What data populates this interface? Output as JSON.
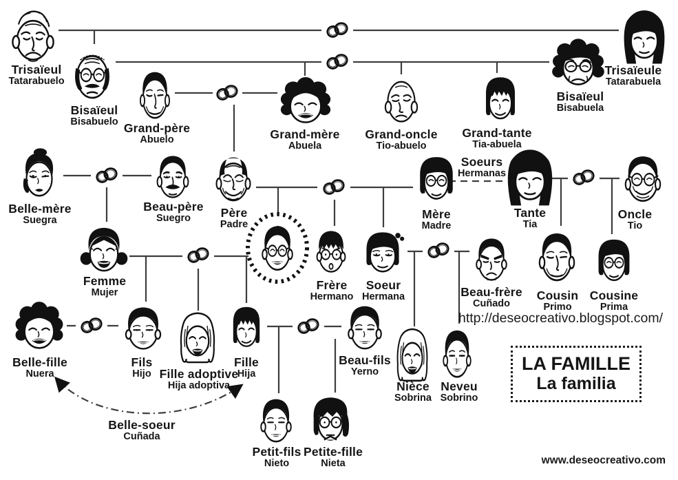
{
  "page": {
    "background": "#ffffff",
    "ink_color": "#1a1a1a",
    "line_color": "#3d3d3d"
  },
  "title_box": {
    "title_fr": "LA FAMILLE",
    "title_es": "La familia"
  },
  "links": {
    "blog_url": "http://deseocreativo.blogspot.com/",
    "website": "www.deseocreativo.com"
  },
  "icons": {
    "marriage_rings": "interlocked-rings",
    "self_marker": "dotted-oval"
  },
  "relation_labels": {
    "sisters": {
      "fr": "Soeurs",
      "es": "Hermanas"
    },
    "sister_in_law": {
      "fr": "Belle-soeur",
      "es": "Cuñada"
    }
  },
  "persons": {
    "trisaieul": {
      "fr": "Trisaïeul",
      "es": "Tatarabuelo"
    },
    "bisaieul": {
      "fr": "Bisaïeul",
      "es": "Bisabuelo"
    },
    "grand_pere": {
      "fr": "Grand-père",
      "es": "Abuelo"
    },
    "grand_mere": {
      "fr": "Grand-mère",
      "es": "Abuela"
    },
    "grand_oncle": {
      "fr": "Grand-oncle",
      "es": "Tio-abuelo"
    },
    "grand_tante": {
      "fr": "Grand-tante",
      "es": "Tia-abuela"
    },
    "bisaieule": {
      "fr": "Bisaïeul",
      "es": "Bisabuela"
    },
    "trisaieule": {
      "fr": "Trisaïeule",
      "es": "Tatarabuela"
    },
    "belle_mere": {
      "fr": "Belle-mère",
      "es": "Suegra"
    },
    "beau_pere": {
      "fr": "Beau-père",
      "es": "Suegro"
    },
    "pere": {
      "fr": "Père",
      "es": "Padre"
    },
    "mere": {
      "fr": "Mère",
      "es": "Madre"
    },
    "tante": {
      "fr": "Tante",
      "es": "Tia"
    },
    "oncle": {
      "fr": "Oncle",
      "es": "Tio"
    },
    "femme": {
      "fr": "Femme",
      "es": "Mujer"
    },
    "frere": {
      "fr": "Frère",
      "es": "Hermano"
    },
    "soeur": {
      "fr": "Soeur",
      "es": "Hermana"
    },
    "beau_frere": {
      "fr": "Beau-frère",
      "es": "Cuñado"
    },
    "cousin": {
      "fr": "Cousin",
      "es": "Primo"
    },
    "cousine": {
      "fr": "Cousine",
      "es": "Prima"
    },
    "belle_fille": {
      "fr": "Belle-fille",
      "es": "Nuera"
    },
    "fils": {
      "fr": "Fils",
      "es": "Hijo"
    },
    "fille_adoptive": {
      "fr": "Fille adoptive",
      "es": "Hija adoptiva"
    },
    "fille": {
      "fr": "Fille",
      "es": "Hija"
    },
    "beau_fils": {
      "fr": "Beau-fils",
      "es": "Yerno"
    },
    "niece": {
      "fr": "Nièce",
      "es": "Sobrina"
    },
    "neveu": {
      "fr": "Neveu",
      "es": "Sobrino"
    },
    "petit_fils": {
      "fr": "Petit-fils",
      "es": "Nieto"
    },
    "petite_fille": {
      "fr": "Petite-fille",
      "es": "Nieta"
    }
  }
}
